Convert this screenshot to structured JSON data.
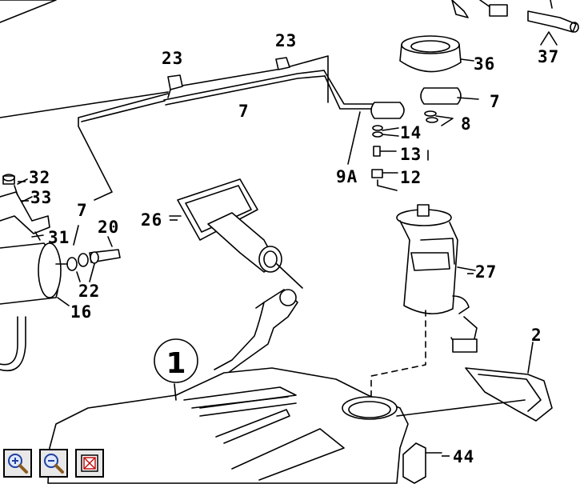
{
  "diagram": {
    "parts": {
      "p1": "1",
      "p2": "2",
      "p7a": "7",
      "p7b": "7",
      "p7c": "7",
      "p8": "8",
      "p9a": "9A",
      "p12": "12",
      "p13": "13",
      "p14": "14",
      "p16": "16",
      "p20": "20",
      "p22": "22",
      "p23a": "23",
      "p23b": "23",
      "p26": "26",
      "p27": "27",
      "p31": "31",
      "p32": "32",
      "p33": "33",
      "p36": "36",
      "p37": "37",
      "p44": "44"
    }
  },
  "toolbar": {
    "zoom_in_icon": "magnifier-plus-icon",
    "zoom_out_icon": "magnifier-minus-icon",
    "fit_icon": "fit-window-icon"
  }
}
